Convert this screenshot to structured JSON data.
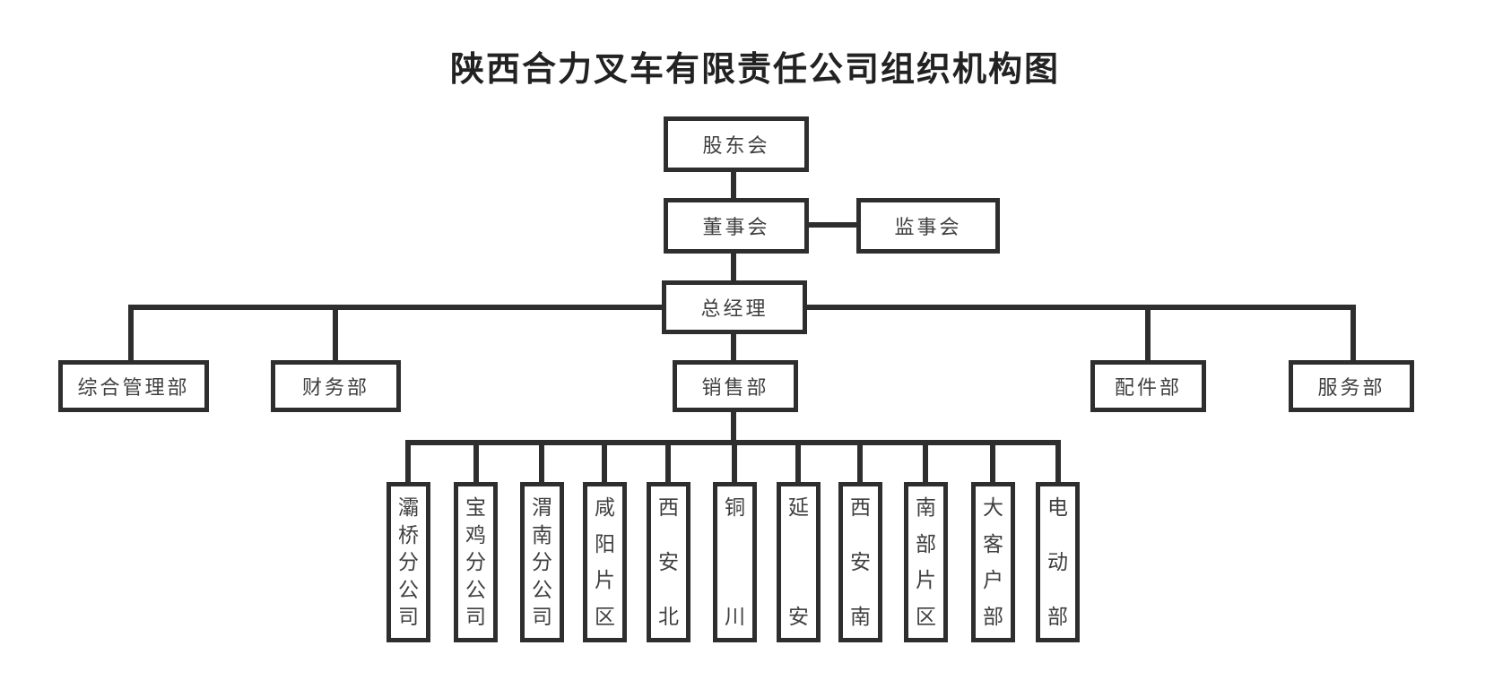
{
  "title": "陕西合力叉车有限责任公司组织机构图",
  "org": {
    "shareholders": "股东会",
    "board": "董事会",
    "supervisors": "监事会",
    "general_manager": "总经理",
    "departments": [
      "综合管理部",
      "财务部",
      "销售部",
      "配件部",
      "服务部"
    ],
    "sales_branches": [
      "灞桥分公司",
      "宝鸡分公司",
      "渭南分公司",
      "咸阳片区",
      "西安北",
      "铜川",
      "延安",
      "西安南",
      "南部片区",
      "大客户部",
      "电动部"
    ]
  }
}
